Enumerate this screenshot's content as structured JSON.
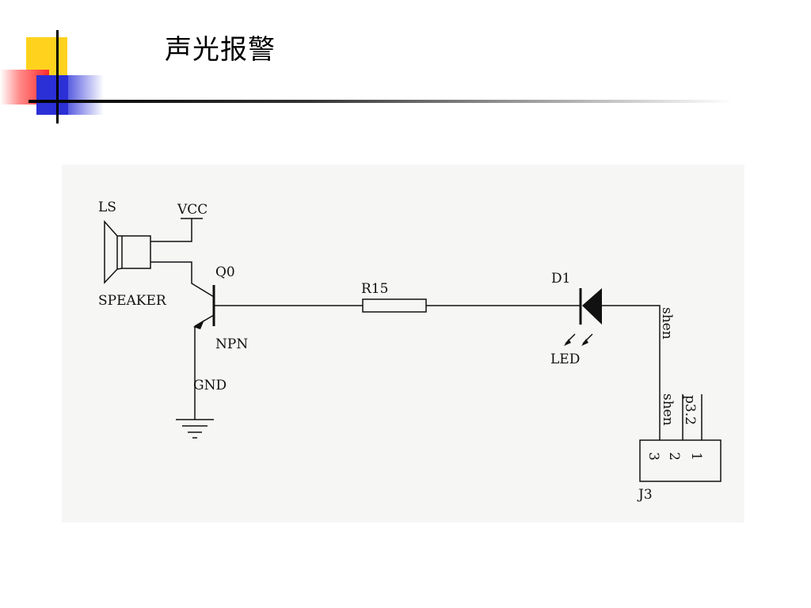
{
  "slide": {
    "title": "声光报警"
  },
  "diagram": {
    "labels": {
      "speaker_ref": "LS",
      "speaker_name": "SPEAKER",
      "vcc": "VCC",
      "transistor_ref": "Q0",
      "transistor_type": "NPN",
      "gnd": "GND",
      "resistor_ref": "R15",
      "diode_ref": "D1",
      "diode_type": "LED",
      "net_top": "shen",
      "net_pin3": "shen",
      "net_pin2": "p3.2",
      "pin3": "3",
      "pin2": "2",
      "pin1": "1",
      "connector_ref": "J3"
    }
  }
}
